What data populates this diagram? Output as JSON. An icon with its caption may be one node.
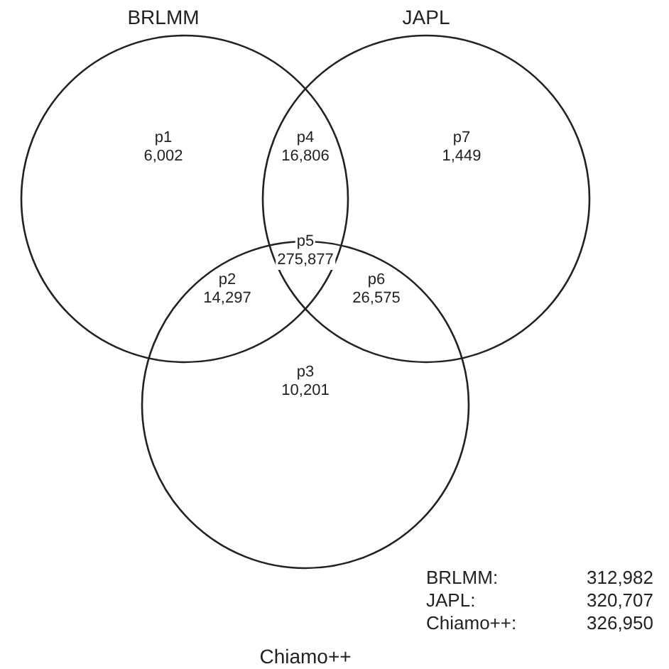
{
  "diagram": {
    "nodes": [
      {
        "text": [
          "BRLMM"
        ]
      },
      {
        "text": [
          "JAPL"
        ]
      },
      {
        "text": [
          "Chiamo++"
        ]
      }
    ],
    "edges": [],
    "labels": [
      "p1",
      "6,002",
      "p4",
      "16,806",
      "p7",
      "1,449",
      "p5",
      "275,877",
      "p2",
      "14,297",
      "p6",
      "26,575",
      "p3",
      "10,201",
      "BRLMM:",
      "312,982",
      "JAPL:",
      "320,707",
      "Chiamo++:",
      "326,950"
    ]
  }
}
